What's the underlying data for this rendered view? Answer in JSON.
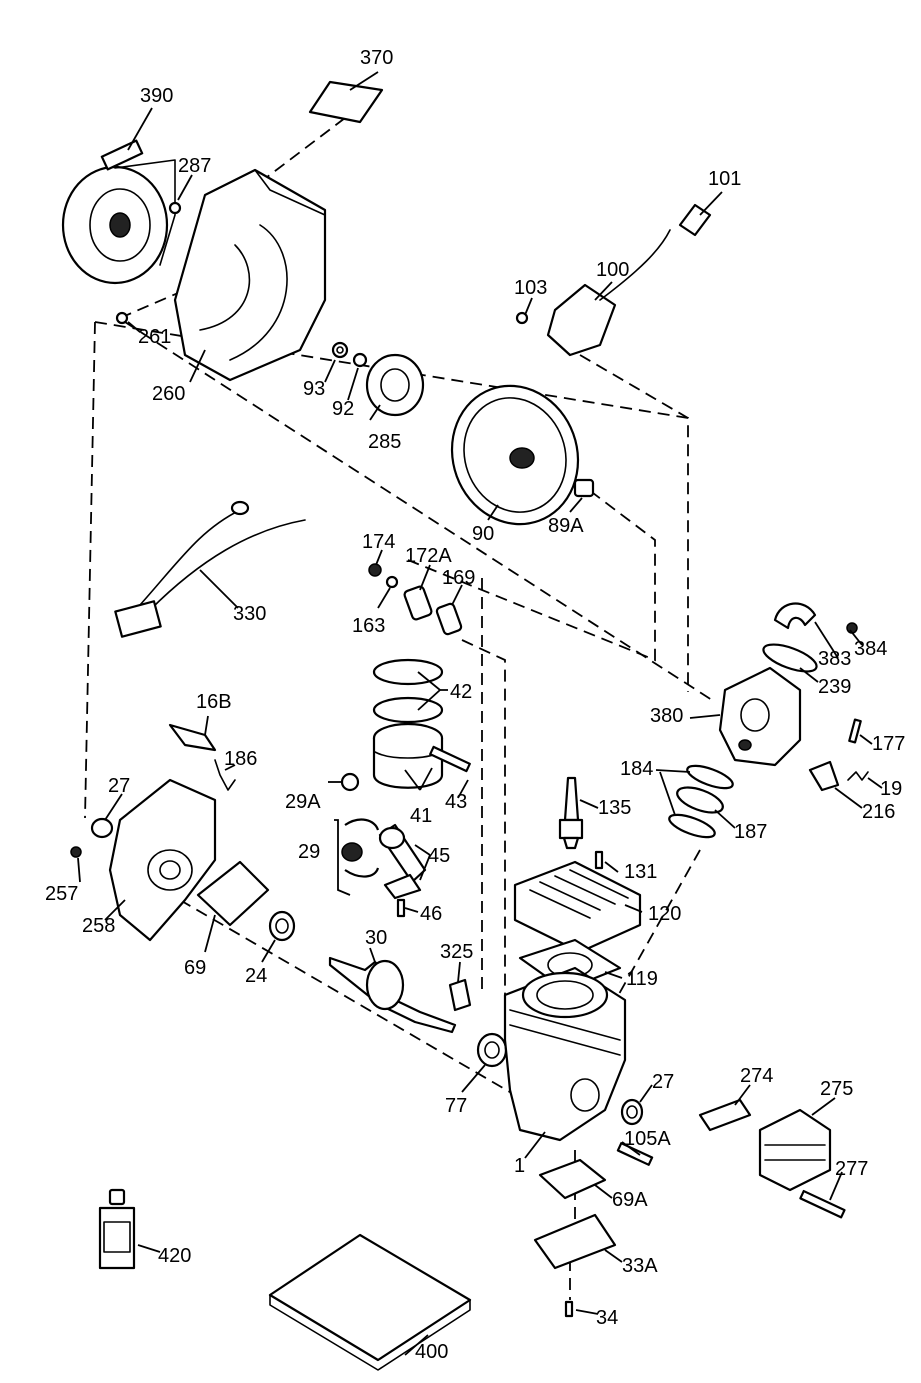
{
  "parts": [
    {
      "id": "p370",
      "label": "370"
    },
    {
      "id": "p390",
      "label": "390"
    },
    {
      "id": "p287",
      "label": "287"
    },
    {
      "id": "p101",
      "label": "101"
    },
    {
      "id": "p100",
      "label": "100"
    },
    {
      "id": "p103",
      "label": "103"
    },
    {
      "id": "p261",
      "label": "261"
    },
    {
      "id": "p260",
      "label": "260"
    },
    {
      "id": "p93",
      "label": "93"
    },
    {
      "id": "p92",
      "label": "92"
    },
    {
      "id": "p285",
      "label": "285"
    },
    {
      "id": "p90",
      "label": "90"
    },
    {
      "id": "p89A",
      "label": "89A"
    },
    {
      "id": "p174",
      "label": "174"
    },
    {
      "id": "p172A",
      "label": "172A"
    },
    {
      "id": "p169",
      "label": "169"
    },
    {
      "id": "p163",
      "label": "163"
    },
    {
      "id": "p330",
      "label": "330"
    },
    {
      "id": "p384",
      "label": "384"
    },
    {
      "id": "p383",
      "label": "383"
    },
    {
      "id": "p239",
      "label": "239"
    },
    {
      "id": "p42",
      "label": "42"
    },
    {
      "id": "p380",
      "label": "380"
    },
    {
      "id": "p16B",
      "label": "16B"
    },
    {
      "id": "p186",
      "label": "186"
    },
    {
      "id": "p177",
      "label": "177"
    },
    {
      "id": "p27a",
      "label": "27"
    },
    {
      "id": "p29A",
      "label": "29A"
    },
    {
      "id": "p41",
      "label": "41"
    },
    {
      "id": "p43",
      "label": "43"
    },
    {
      "id": "p184",
      "label": "184"
    },
    {
      "id": "p19",
      "label": "19"
    },
    {
      "id": "p216",
      "label": "216"
    },
    {
      "id": "p135",
      "label": "135"
    },
    {
      "id": "p187",
      "label": "187"
    },
    {
      "id": "p29",
      "label": "29"
    },
    {
      "id": "p45",
      "label": "45"
    },
    {
      "id": "p257",
      "label": "257"
    },
    {
      "id": "p131",
      "label": "131"
    },
    {
      "id": "p46",
      "label": "46"
    },
    {
      "id": "p258",
      "label": "258"
    },
    {
      "id": "p120",
      "label": "120"
    },
    {
      "id": "p69",
      "label": "69"
    },
    {
      "id": "p24",
      "label": "24"
    },
    {
      "id": "p30",
      "label": "30"
    },
    {
      "id": "p325",
      "label": "325"
    },
    {
      "id": "p119",
      "label": "119"
    },
    {
      "id": "p77",
      "label": "77"
    },
    {
      "id": "p27b",
      "label": "27"
    },
    {
      "id": "p274",
      "label": "274"
    },
    {
      "id": "p275",
      "label": "275"
    },
    {
      "id": "p105A",
      "label": "105A"
    },
    {
      "id": "p1",
      "label": "1"
    },
    {
      "id": "p277",
      "label": "277"
    },
    {
      "id": "p69A",
      "label": "69A"
    },
    {
      "id": "p420",
      "label": "420"
    },
    {
      "id": "p33A",
      "label": "33A"
    },
    {
      "id": "p34",
      "label": "34"
    },
    {
      "id": "p400",
      "label": "400"
    }
  ]
}
